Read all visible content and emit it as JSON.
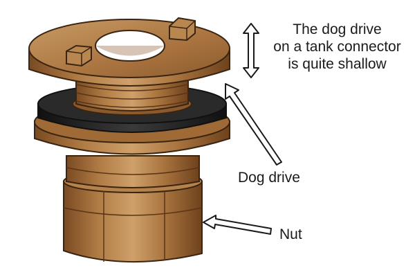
{
  "caption": {
    "lines": [
      "The dog drive",
      "on a tank connector",
      "is quite shallow"
    ]
  },
  "labels": {
    "dog_drive": "Dog drive",
    "nut": "Nut"
  },
  "colors": {
    "brass_light": "#c69a63",
    "brass_mid": "#a9733f",
    "brass_dark": "#7a4a22",
    "washer": "#2a2a2a",
    "outline": "#3a2412"
  }
}
